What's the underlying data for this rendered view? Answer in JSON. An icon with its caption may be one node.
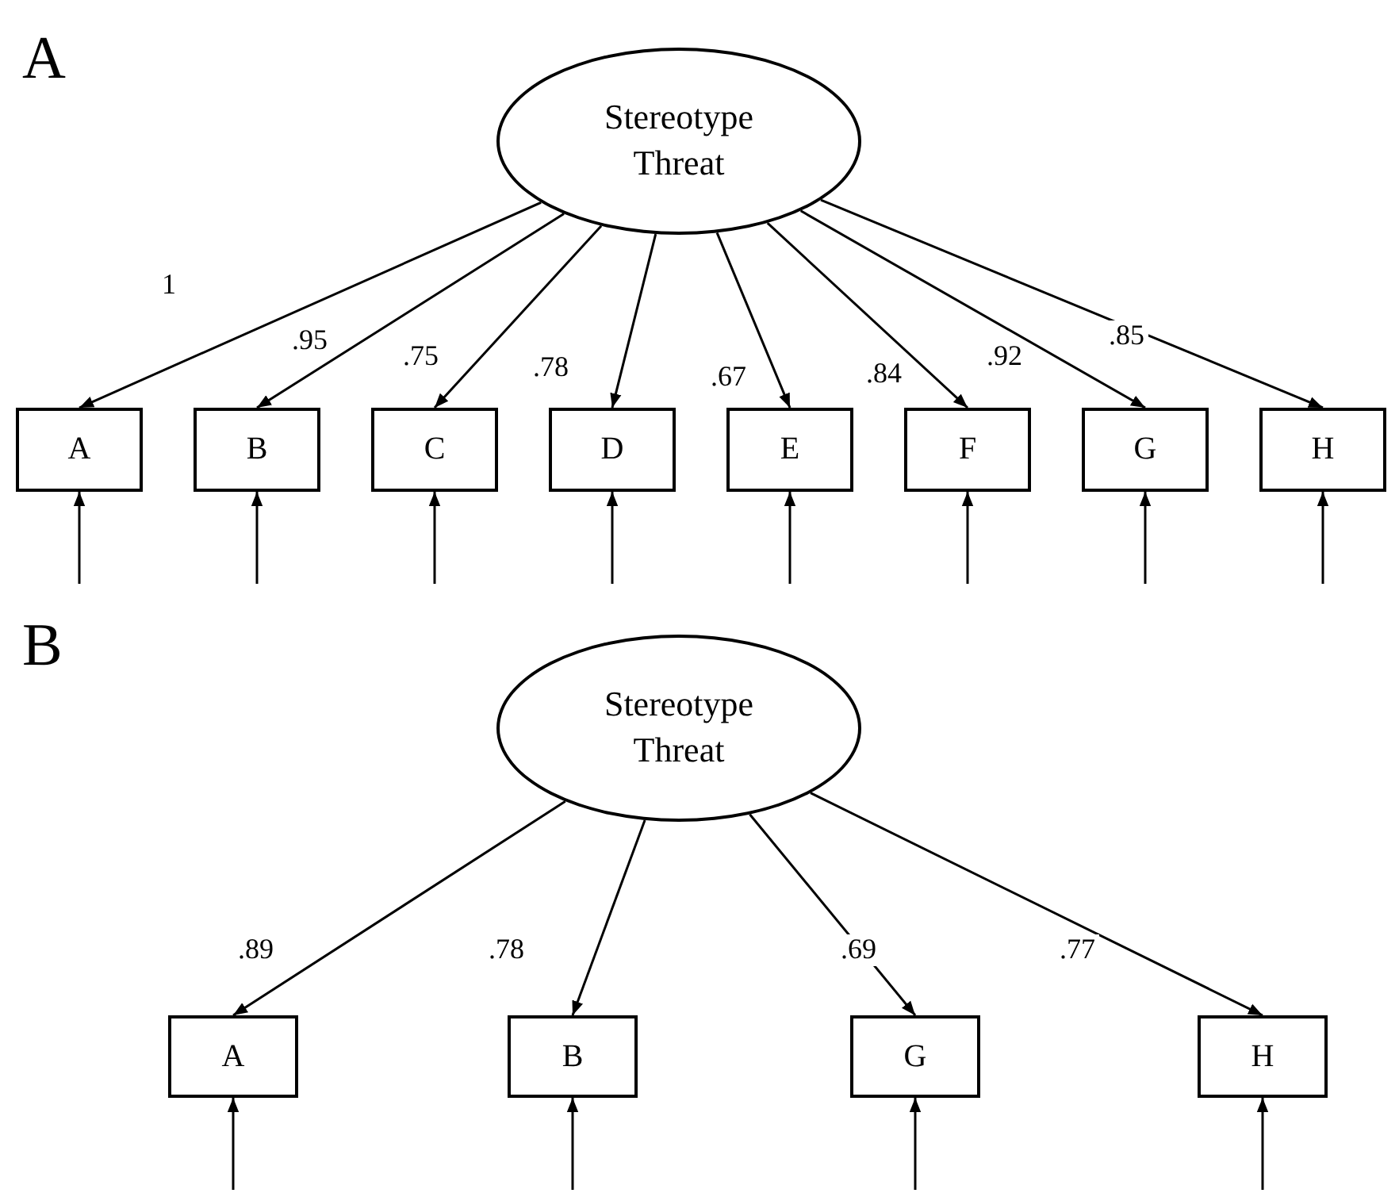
{
  "diagram": {
    "nodes": [
      {
        "text": [
          "Stereotype Threat"
        ]
      },
      {
        "text": [
          "A"
        ]
      },
      {
        "text": [
          "B"
        ]
      },
      {
        "text": [
          "C"
        ]
      },
      {
        "text": [
          "D"
        ]
      },
      {
        "text": [
          "E"
        ]
      },
      {
        "text": [
          "F"
        ]
      },
      {
        "text": [
          "G"
        ]
      },
      {
        "text": [
          "H"
        ]
      },
      {
        "text": [
          "Stereotype Threat"
        ]
      },
      {
        "text": [
          "A"
        ]
      },
      {
        "text": [
          "B"
        ]
      },
      {
        "text": [
          "G"
        ]
      },
      {
        "text": [
          "H"
        ]
      }
    ],
    "edges": [
      {
        "from": 0,
        "to": 1,
        "arrow": "to",
        "label": "1"
      },
      {
        "from": 0,
        "to": 2,
        "arrow": "to",
        "label": ".95"
      },
      {
        "from": 0,
        "to": 3,
        "arrow": "to",
        "label": ".75"
      },
      {
        "from": 0,
        "to": 4,
        "arrow": "to",
        "label": ".78"
      },
      {
        "from": 0,
        "to": 5,
        "arrow": "to",
        "label": ".67"
      },
      {
        "from": 0,
        "to": 6,
        "arrow": "to",
        "label": ".84"
      },
      {
        "from": 0,
        "to": 7,
        "arrow": "to",
        "label": ".92"
      },
      {
        "from": 0,
        "to": 8,
        "arrow": "to",
        "label": ".85"
      },
      {
        "from": null,
        "to": 1,
        "arrow": "to"
      },
      {
        "from": null,
        "to": 2,
        "arrow": "to"
      },
      {
        "from": null,
        "to": 3,
        "arrow": "to"
      },
      {
        "from": null,
        "to": 4,
        "arrow": "to"
      },
      {
        "from": null,
        "to": 5,
        "arrow": "to"
      },
      {
        "from": null,
        "to": 6,
        "arrow": "to"
      },
      {
        "from": null,
        "to": 7,
        "arrow": "to"
      },
      {
        "from": null,
        "to": 8,
        "arrow": "to"
      },
      {
        "from": 9,
        "to": 10,
        "arrow": "to",
        "label": ".89"
      },
      {
        "from": 9,
        "to": 11,
        "arrow": "to",
        "label": ".78"
      },
      {
        "from": 9,
        "to": 12,
        "arrow": "to",
        "label": ".69"
      },
      {
        "from": 9,
        "to": 13,
        "arrow": "to",
        "label": ".77"
      },
      {
        "from": null,
        "to": 10,
        "arrow": "to"
      },
      {
        "from": null,
        "to": 11,
        "arrow": "to"
      },
      {
        "from": null,
        "to": 12,
        "arrow": "to"
      },
      {
        "from": null,
        "to": 13,
        "arrow": "to"
      }
    ],
    "labels": [
      "A",
      "B"
    ]
  }
}
